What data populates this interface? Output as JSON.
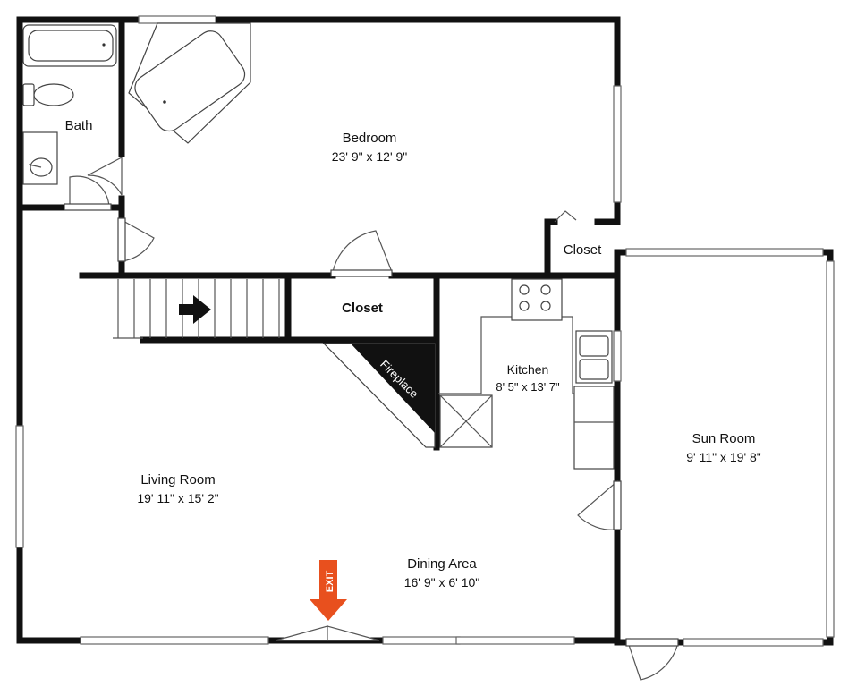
{
  "rooms": {
    "bath": {
      "name": "Bath"
    },
    "bedroom": {
      "name": "Bedroom",
      "dims": "23' 9\" x 12' 9\""
    },
    "bedroom_closet": {
      "name": "Closet"
    },
    "hall_closet": {
      "name": "Closet"
    },
    "kitchen": {
      "name": "Kitchen",
      "dims": "8' 5\" x 13' 7\""
    },
    "sun_room": {
      "name": "Sun Room",
      "dims": "9' 11\" x 19' 8\""
    },
    "living_room": {
      "name": "Living Room",
      "dims": "19' 11\" x 15' 2\""
    },
    "dining_area": {
      "name": "Dining Area",
      "dims": "16' 9\" x 6' 10\""
    }
  },
  "features": {
    "fireplace": "Fireplace",
    "exit": "EXIT"
  },
  "colors": {
    "wall": "#111111",
    "exit_arrow": "#e8501e",
    "fireplace": "#111111"
  }
}
